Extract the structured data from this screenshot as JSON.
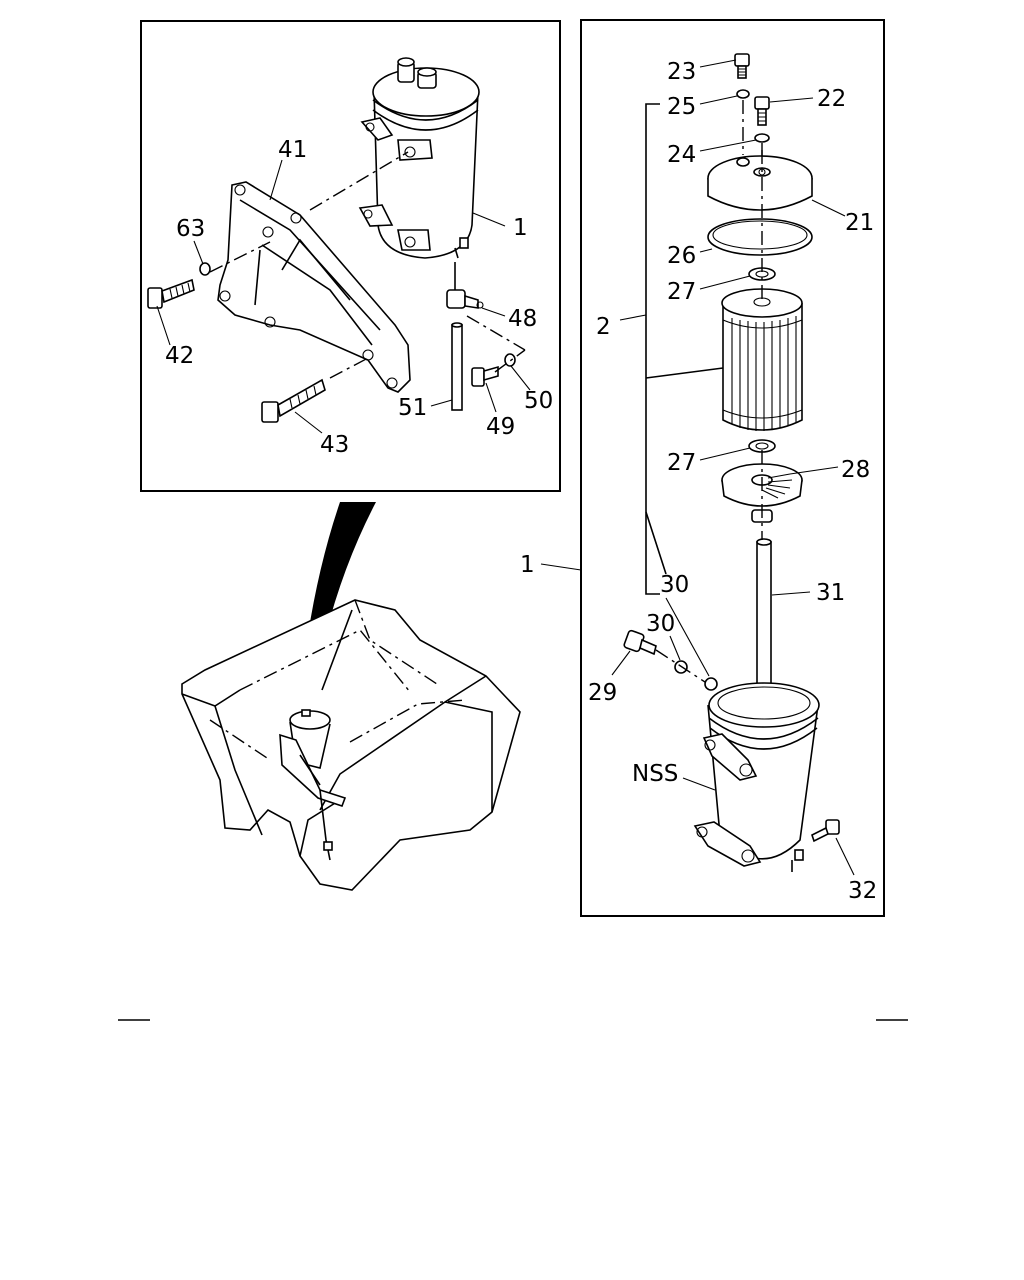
{
  "diagram": {
    "callouts": {
      "c1_top": "1",
      "c41": "41",
      "c63": "63",
      "c42": "42",
      "c43": "43",
      "c48": "48",
      "c49": "49",
      "c50": "50",
      "c51": "51",
      "c23": "23",
      "c22": "22",
      "c25": "25",
      "c24": "24",
      "c21": "21",
      "c26": "26",
      "c27a": "27",
      "c2": "2",
      "c27b": "27",
      "c28": "28",
      "c1_right": "1",
      "c30a": "30",
      "c30b": "30",
      "c31": "31",
      "c29": "29",
      "cNSS": "NSS",
      "c32": "32"
    }
  }
}
